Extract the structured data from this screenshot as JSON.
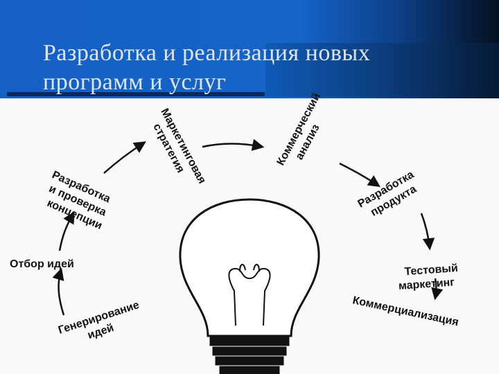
{
  "slide": {
    "title_line1": "Разработка и реализация новых",
    "title_line2": "программ и услуг"
  },
  "diagram": {
    "stages": {
      "idea_generation_1": "Генерирование",
      "idea_generation_2": "идей",
      "idea_selection": "Отбор идей",
      "concept_1": "Разработка",
      "concept_2": "и проверка",
      "concept_3": "концепции",
      "strategy_1": "Маркетинговая",
      "strategy_2": "стратегия",
      "business_1": "Коммерческий",
      "business_2": "анализ",
      "product_1": "Разработка",
      "product_2": "продукта",
      "test_1": "Тестовый",
      "test_2": "маркетинг",
      "commercialization": "Коммерциализация"
    }
  },
  "colors": {
    "header": "#1464c8",
    "title_text": "#dfe6f3",
    "ink": "#111111"
  }
}
